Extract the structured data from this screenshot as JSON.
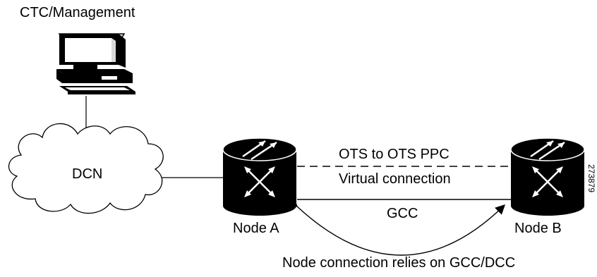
{
  "labels": {
    "management": "CTC/Management",
    "dcn": "DCN",
    "ots_ppc": "OTS to OTS PPC",
    "virtual_connection": "Virtual connection",
    "gcc": "GCC",
    "node_a": "Node A",
    "node_b": "Node B",
    "relies_on": "Node connection relies on GCC/DCC",
    "figure_id": "273879"
  },
  "icons": {
    "computer": "computer-icon",
    "cloud": "cloud-icon",
    "router": "router-icon"
  },
  "colors": {
    "line": "#000000",
    "node_fill": "#000000",
    "node_mark": "#ffffff"
  }
}
